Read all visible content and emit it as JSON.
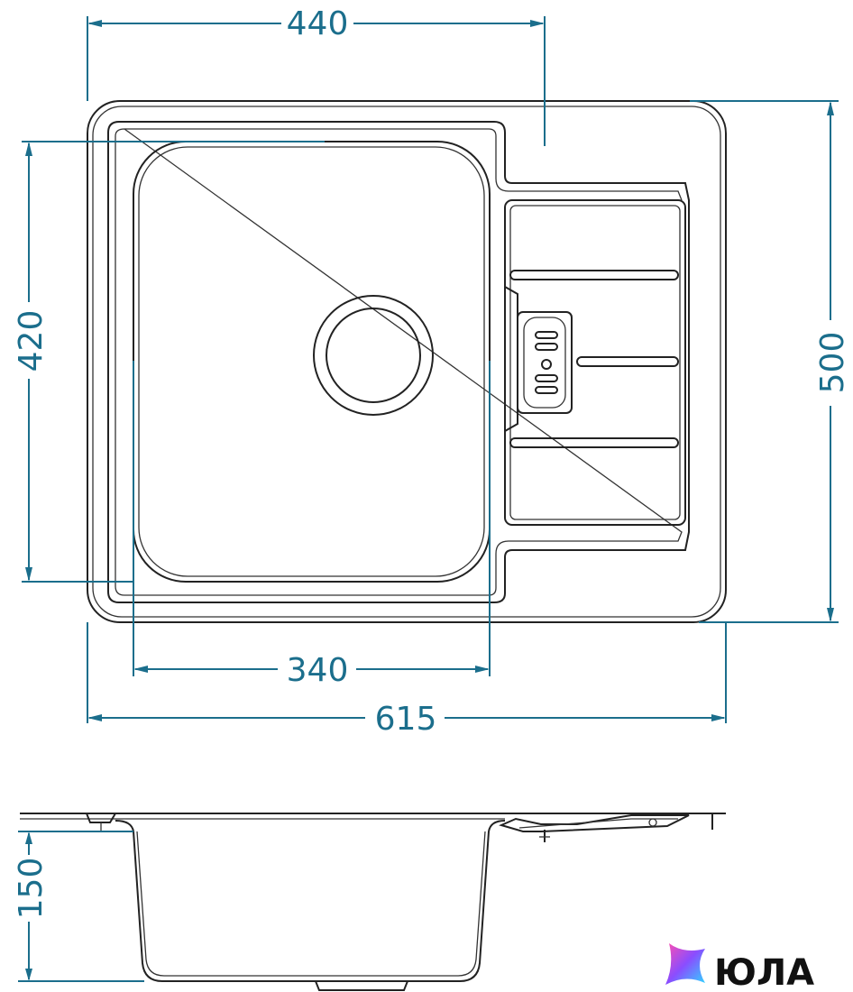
{
  "dimensions": {
    "top_width": "440",
    "bowl_width": "340",
    "total_width": "615",
    "bowl_length": "420",
    "total_length": "500",
    "depth": "150"
  },
  "logo": {
    "text": "ЮЛА",
    "gradient_colors": [
      "#ff4fb0",
      "#8a4dff",
      "#2fd6ff"
    ]
  },
  "colors": {
    "dimension": "#1b6e8c",
    "outline": "#222222"
  }
}
